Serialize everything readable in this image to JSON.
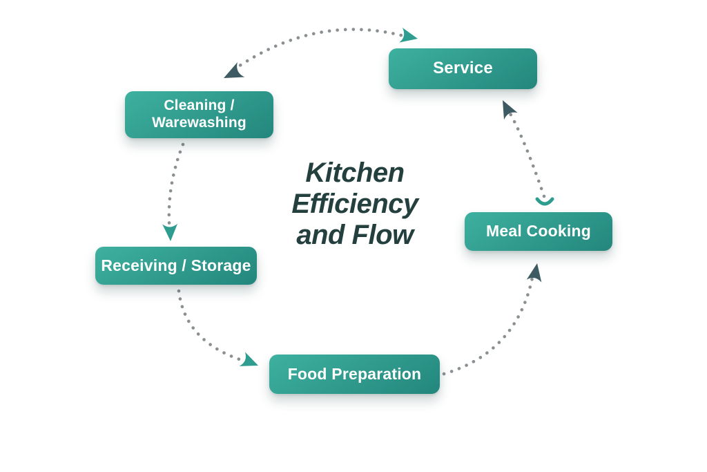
{
  "title": {
    "text": "Kitchen\nEfficiency\nand Flow"
  },
  "nodes": [
    {
      "id": "service",
      "label": "Service"
    },
    {
      "id": "cleaning-warewashing",
      "label": "Cleaning /\nWarewashing"
    },
    {
      "id": "meal-cooking",
      "label": "Meal Cooking"
    },
    {
      "id": "receiving-storage",
      "label": "Receiving / Storage"
    },
    {
      "id": "food-preparation",
      "label": "Food Preparation"
    }
  ],
  "connections": [
    {
      "from": "Service",
      "to": "Cleaning / Warewashing",
      "style": "dotted-arc",
      "arrowhead": "dark"
    },
    {
      "from": "Cleaning / Warewashing",
      "to": "Receiving / Storage",
      "style": "dotted-arc",
      "arrowhead": "teal"
    },
    {
      "from": "Receiving / Storage",
      "to": "Food Preparation",
      "style": "dotted-arc",
      "arrowhead": "teal"
    },
    {
      "from": "Food Preparation",
      "to": "Meal Cooking",
      "style": "dotted-arc",
      "arrowhead": "dark"
    },
    {
      "from": "Meal Cooking",
      "to": "Service",
      "style": "dotted-arc",
      "arrowhead": "dark"
    }
  ],
  "colors": {
    "bg": "#ffffff",
    "node-grad-start": "#3eb1a0",
    "node-grad-end": "#23867c",
    "node-text": "#ffffff",
    "title-text": "#24403e",
    "dot-gray": "#8a8f92",
    "arrow-dark": "#3e5a62",
    "arrow-teal": "#2e9c8e"
  }
}
